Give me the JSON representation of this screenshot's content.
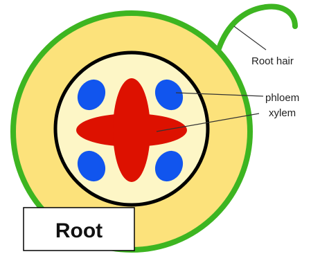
{
  "labels": {
    "root_hair": "Root hair",
    "phloem": "phloem",
    "xylem": "xylem",
    "title": "Root"
  },
  "colors": {
    "epidermis": "#3db521",
    "cortex": "#fce27b",
    "stele_fill": "#fdf6c6",
    "endodermis": "#000000",
    "xylem": "#dd1100",
    "phloem": "#1155ee",
    "leader_line": "#333333"
  },
  "structure": {
    "xylem_arms": 4,
    "phloem_patches": 4
  }
}
